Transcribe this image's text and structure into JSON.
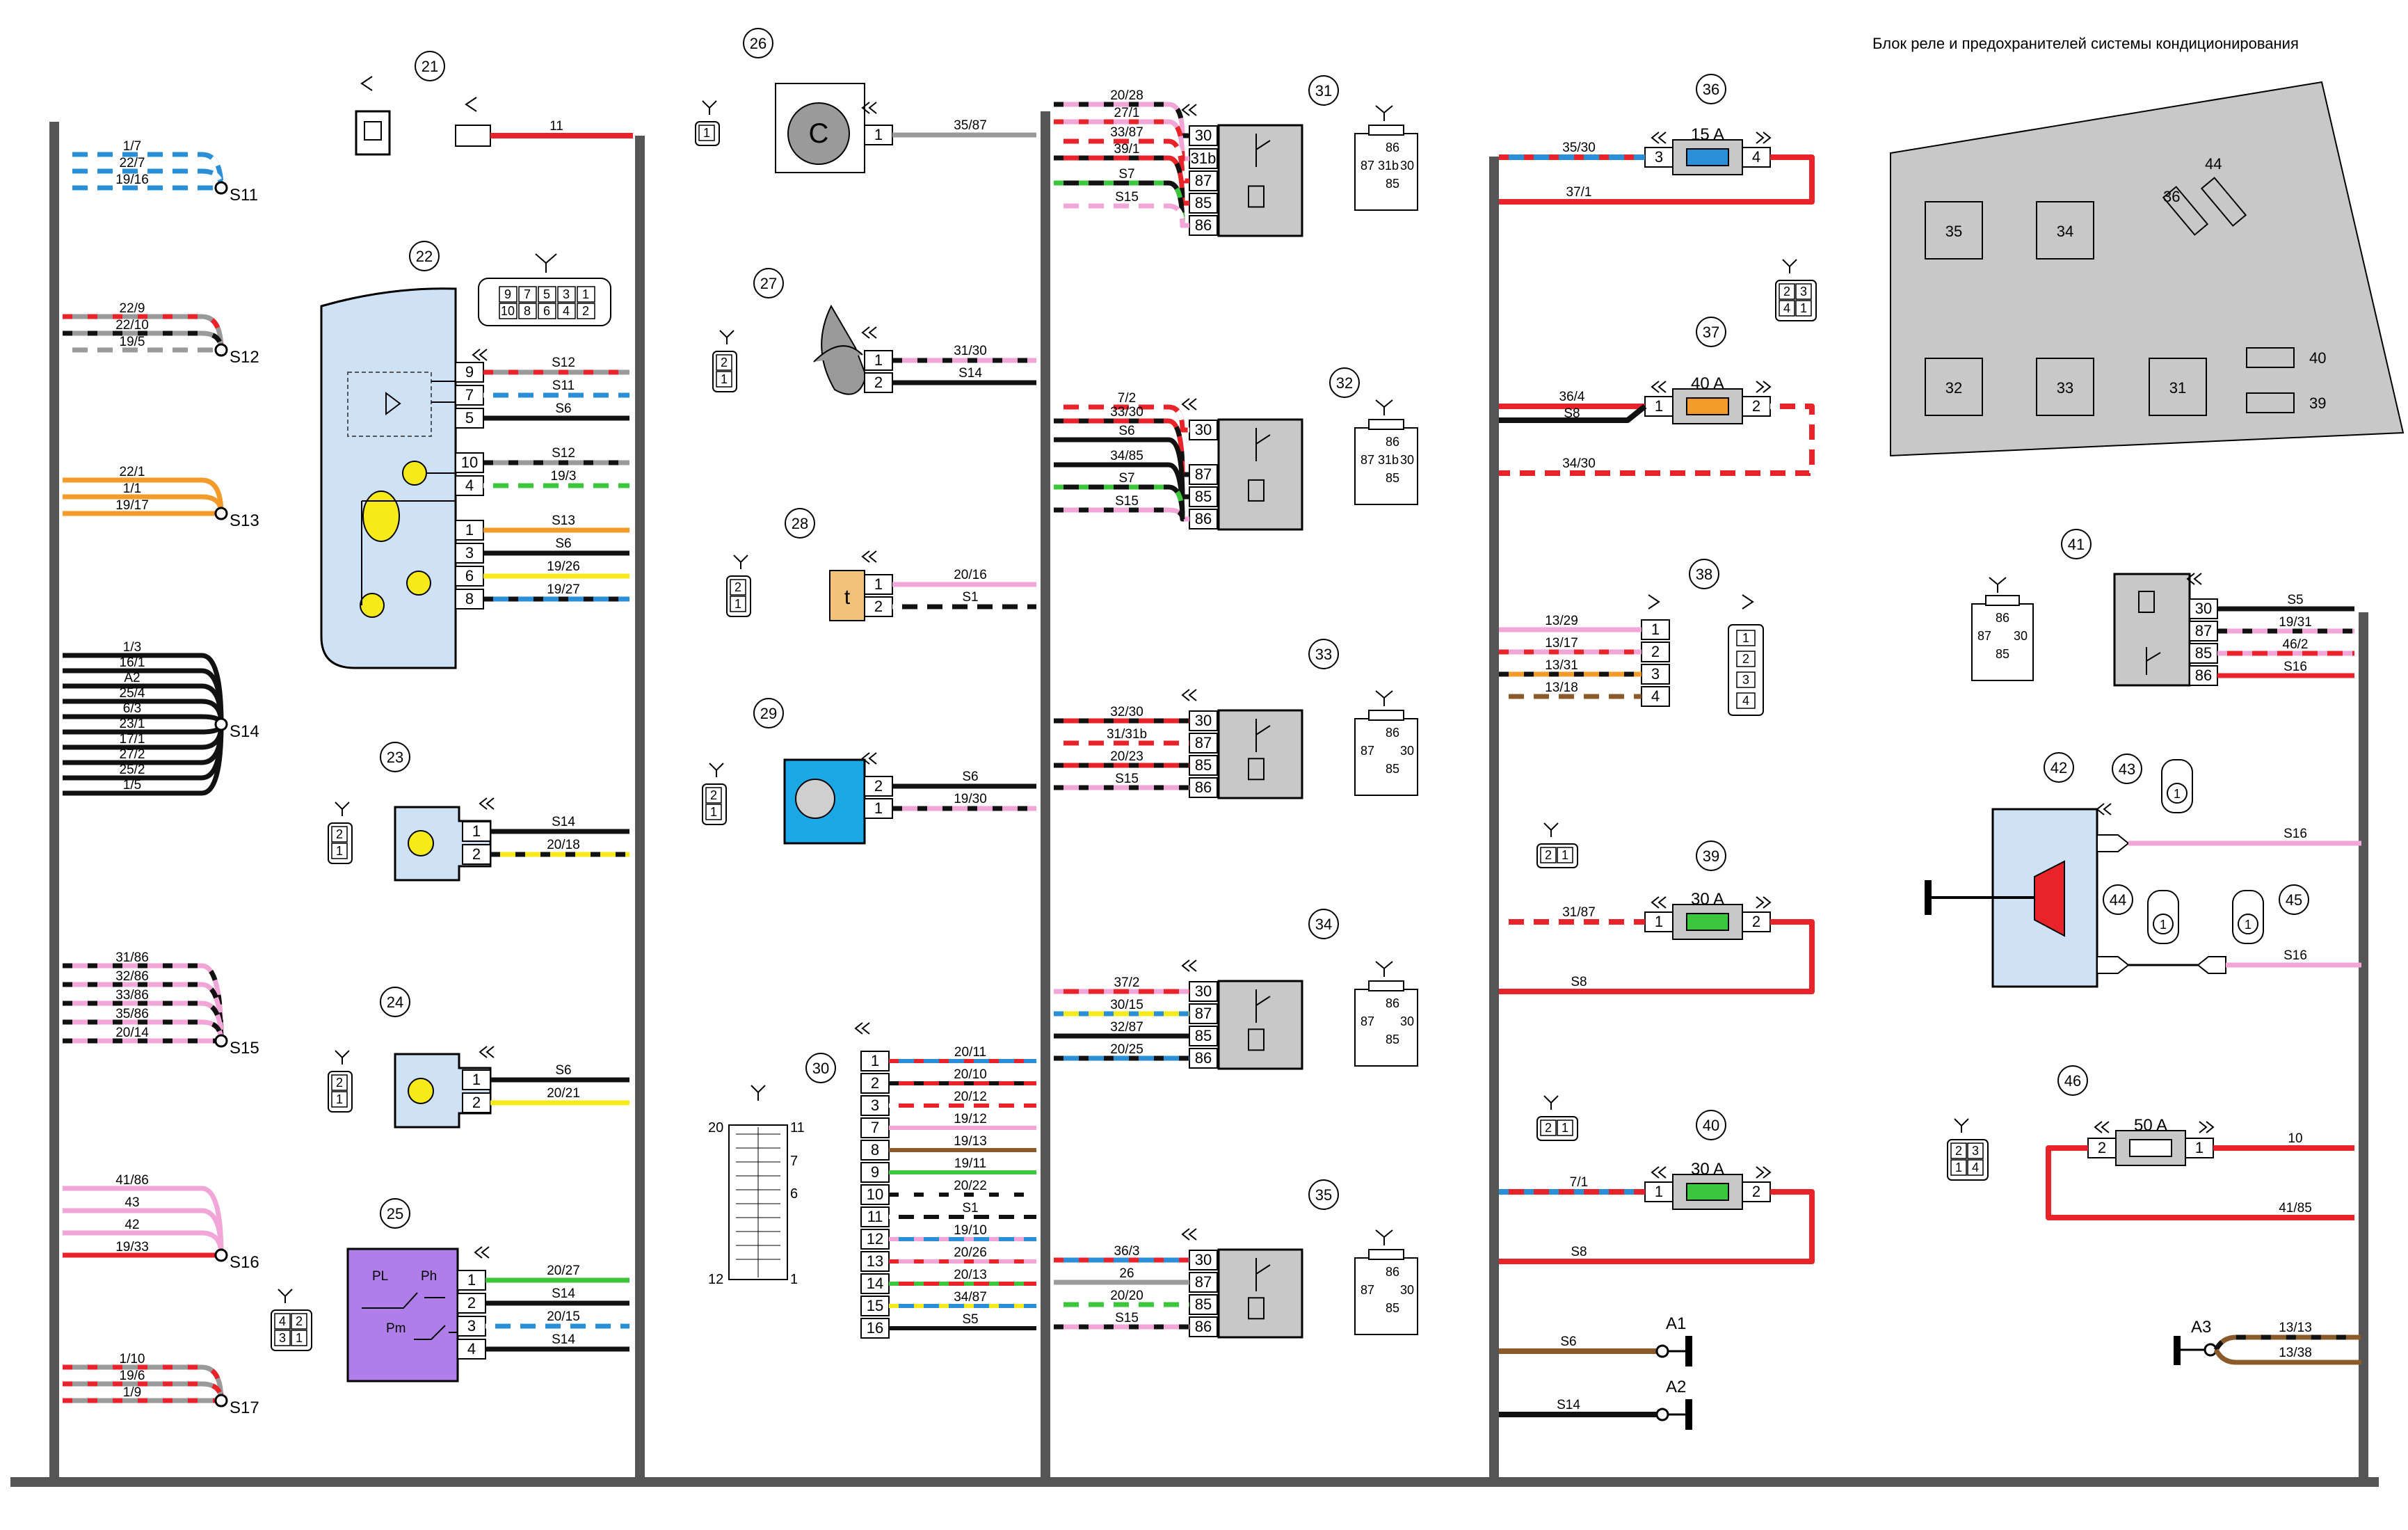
{
  "block_title": "Блок реле и предохранителей системы кондиционирования",
  "colors": {
    "black": "#111111",
    "red": "#e8232a",
    "blue": "#2a8fd6",
    "gray": "#9a9a9a",
    "orange": "#f39b2a",
    "pink": "#f2a6d8",
    "yellow": "#f7ea1a",
    "green": "#3cc63c",
    "brown": "#8a5a2b",
    "white": "#ffffff",
    "light_blue_fill": "#cfe2f5",
    "gray_fill": "#c8c8c8",
    "purple_fill": "#b07ee8",
    "cyan_fill": "#1aa9e6",
    "fuse15": "#2a8fd6",
    "fuse40": "#f39b2a",
    "fuse30": "#3cc63c",
    "fuse50": "#ffffff"
  },
  "splices": [
    {
      "label": "S11",
      "wires": [
        "1/7",
        "22/7",
        "19/16"
      ]
    },
    {
      "label": "S12",
      "wires": [
        "22/9",
        "22/10",
        "19/5"
      ]
    },
    {
      "label": "S13",
      "wires": [
        "22/1",
        "1/1",
        "19/17"
      ]
    },
    {
      "label": "S14",
      "wires": [
        "1/3",
        "16/1",
        "A2",
        "25/4",
        "6/3",
        "23/1",
        "17/1",
        "27/2",
        "25/2",
        "1/5"
      ]
    },
    {
      "label": "S15",
      "wires": [
        "31/86",
        "32/86",
        "33/86",
        "35/86",
        "20/14"
      ]
    },
    {
      "label": "S16",
      "wires": [
        "41/86",
        "43",
        "42",
        "19/33"
      ]
    },
    {
      "label": "S17",
      "wires": [
        "1/10",
        "19/6",
        "1/9"
      ]
    }
  ],
  "components": {
    "c21": {
      "num": "21",
      "wire": "11"
    },
    "c22": {
      "num": "22",
      "pins": [
        "9",
        "7",
        "5",
        "10",
        "4",
        "1",
        "3",
        "6",
        "8"
      ],
      "wires": [
        "S12",
        "S11",
        "S6",
        "S12",
        "19/3",
        "S13",
        "S6",
        "19/26",
        "19/27"
      ],
      "connector_pins": [
        "9",
        "7",
        "5",
        "3",
        "1",
        "10",
        "8",
        "6",
        "4",
        "2"
      ]
    },
    "c23": {
      "num": "23",
      "pins": [
        "1",
        "2"
      ],
      "wires": [
        "S14",
        "20/18"
      ],
      "conn": [
        "2",
        "1"
      ]
    },
    "c24": {
      "num": "24",
      "pins": [
        "1",
        "2"
      ],
      "wires": [
        "S6",
        "20/21"
      ],
      "conn": [
        "2",
        "1"
      ]
    },
    "c25": {
      "num": "25",
      "pins": [
        "1",
        "2",
        "3",
        "4"
      ],
      "wires": [
        "20/27",
        "S14",
        "20/15",
        "S14"
      ],
      "switch_labels": [
        "PL",
        "Ph",
        "Pm"
      ],
      "conn": [
        "4",
        "2",
        "3",
        "1"
      ]
    },
    "c26": {
      "num": "26",
      "pin": "1",
      "wire": "35/87",
      "symbol": "C",
      "conn": "1"
    },
    "c27": {
      "num": "27",
      "pins": [
        "1",
        "2"
      ],
      "wires": [
        "31/30",
        "S14"
      ],
      "conn": [
        "2",
        "1"
      ]
    },
    "c28": {
      "num": "28",
      "pins": [
        "1",
        "2"
      ],
      "wires": [
        "20/16",
        "S1"
      ],
      "symbol": "t",
      "conn": [
        "2",
        "1"
      ]
    },
    "c29": {
      "num": "29",
      "pins": [
        "2",
        "1"
      ],
      "wires": [
        "S6",
        "19/30"
      ],
      "conn": [
        "2",
        "1"
      ]
    },
    "c30": {
      "num": "30",
      "pins": [
        "1",
        "2",
        "3",
        "7",
        "8",
        "9",
        "10",
        "11",
        "12",
        "13",
        "14",
        "15",
        "16"
      ],
      "wires": [
        "20/11",
        "20/10",
        "20/12",
        "19/12",
        "19/13",
        "19/11",
        "20/22",
        "S1",
        "19/10",
        "20/26",
        "20/13",
        "34/87",
        "S5"
      ],
      "conn_labels": [
        "20",
        "11",
        "7",
        "6",
        "12",
        "1"
      ]
    },
    "c31": {
      "num": "31",
      "pins": [
        "30",
        "31b",
        "87",
        "85",
        "86"
      ],
      "wires": [
        "20/28",
        "27/1",
        "33/87",
        "39/1",
        "S7",
        "S15"
      ],
      "socket": [
        "86",
        "87",
        "31b",
        "30",
        "85"
      ]
    },
    "c32": {
      "num": "32",
      "pins": [
        "30",
        "87",
        "85",
        "86"
      ],
      "wires": [
        "7/2",
        "33/30",
        "S6",
        "34/85",
        "S7",
        "S15"
      ],
      "socket": [
        "86",
        "87",
        "31b",
        "30",
        "85"
      ]
    },
    "c33": {
      "num": "33",
      "pins": [
        "30",
        "87",
        "85",
        "86"
      ],
      "wires": [
        "32/30",
        "31/31b",
        "20/23",
        "S15"
      ],
      "socket": [
        "86",
        "87",
        "30",
        "85"
      ]
    },
    "c34": {
      "num": "34",
      "pins": [
        "30",
        "87",
        "85",
        "86"
      ],
      "wires": [
        "37/2",
        "30/15",
        "32/87",
        "20/25"
      ],
      "socket": [
        "86",
        "87",
        "30",
        "85"
      ]
    },
    "c35": {
      "num": "35",
      "pins": [
        "30",
        "87",
        "85",
        "86"
      ],
      "wires": [
        "36/3",
        "26",
        "20/20",
        "S15"
      ],
      "socket": [
        "86",
        "87",
        "30",
        "85"
      ]
    },
    "c36": {
      "num": "36",
      "rating": "15 A",
      "pins": [
        "3",
        "4"
      ],
      "wires": [
        "35/30",
        "37/1"
      ]
    },
    "c37": {
      "num": "37",
      "rating": "40 A",
      "pins": [
        "1",
        "2"
      ],
      "wires": [
        "36/4",
        "S8",
        "34/30"
      ],
      "conn": [
        "2",
        "3",
        "4",
        "1"
      ]
    },
    "c38": {
      "num": "38",
      "pins": [
        "1",
        "2",
        "3",
        "4"
      ],
      "wires": [
        "13/29",
        "13/17",
        "13/31",
        "13/18"
      ]
    },
    "c39": {
      "num": "39",
      "rating": "30 A",
      "pins": [
        "1",
        "2"
      ],
      "wires": [
        "31/87",
        "S8"
      ],
      "conn": [
        "2",
        "1"
      ]
    },
    "c40": {
      "num": "40",
      "rating": "30 A",
      "pins": [
        "1",
        "2"
      ],
      "wires": [
        "7/1",
        "S8"
      ],
      "conn": [
        "2",
        "1"
      ]
    },
    "c41": {
      "num": "41",
      "pins": [
        "30",
        "87",
        "85",
        "86"
      ],
      "wires": [
        "S5",
        "19/31",
        "46/2",
        "S16"
      ],
      "socket": [
        "86",
        "87",
        "30",
        "85"
      ]
    },
    "c42": {
      "num": "42",
      "wires": [
        "S16",
        "S16"
      ]
    },
    "c43": {
      "num": "43",
      "conn": "1"
    },
    "c44": {
      "num": "44",
      "conn": "1"
    },
    "c45": {
      "num": "45",
      "conn": "1"
    },
    "c46": {
      "num": "46",
      "rating": "50 A",
      "pins": [
        "2",
        "1"
      ],
      "wires": [
        "10",
        "41/85"
      ],
      "conn": [
        "2",
        "3",
        "1",
        "4"
      ]
    }
  },
  "grounds": [
    {
      "label": "A1",
      "wire": "S6"
    },
    {
      "label": "A2",
      "wire": "S14"
    },
    {
      "label": "A3",
      "wires": [
        "13/13",
        "13/38"
      ]
    }
  ],
  "block_layout": {
    "positions": [
      "35",
      "34",
      "36",
      "44",
      "32",
      "33",
      "31",
      "40",
      "39"
    ]
  }
}
